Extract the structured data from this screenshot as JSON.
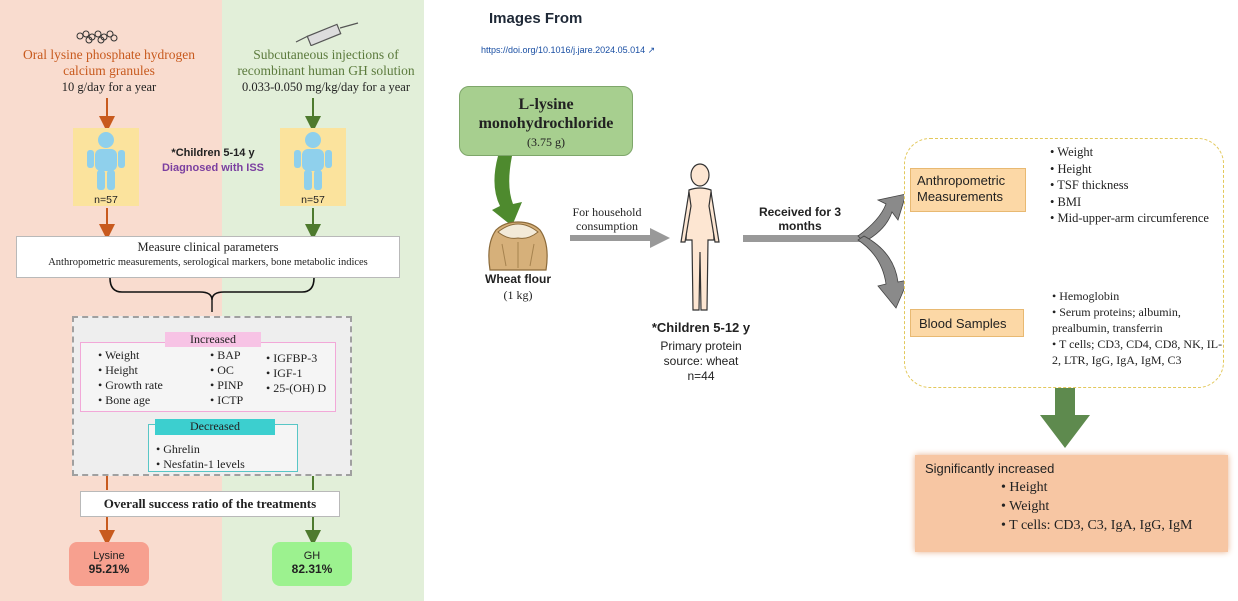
{
  "left": {
    "oral_title": "Oral lysine phosphate hydrogen calcium granules",
    "oral_dose": "10 g/day for a year",
    "gh_title": "Subcutaneous injections of recombinant human GH solution",
    "gh_dose": "0.033-0.050 mg/kg/day for a year",
    "children_label": "*Children 5-14 y",
    "diagnosed_label": "Diagnosed with ISS",
    "n_left": "n=57",
    "n_right": "n=57",
    "measure_title": "Measure clinical parameters",
    "measure_sub": "Anthropometric measurements, serological markers, bone metabolic indices",
    "increased_label": "Increased",
    "increased_col1": [
      "Weight",
      "Height",
      "Growth rate",
      "Bone age"
    ],
    "increased_col2": [
      "BAP",
      "OC",
      "PINP",
      "ICTP"
    ],
    "increased_col3": [
      "IGFBP-3",
      "IGF-1",
      "25-(OH) D"
    ],
    "decreased_label": "Decreased",
    "decreased_items": [
      "Ghrelin",
      "Nesfatin-1 levels"
    ],
    "overall_label": "Overall success ratio of the treatments",
    "lysine_name": "Lysine",
    "lysine_pct": "95.21%",
    "gh_name": "GH",
    "gh_pct": "82.31%"
  },
  "right": {
    "title": "Images From",
    "link": "https://doi.org/10.1016/j.jare.2024.05.014 ↗",
    "lysine_box_title": "L-lysine monohydrochloride",
    "lysine_box_dose": "(3.75 g)",
    "flour_name": "Wheat flour",
    "flour_amount": "(1 kg)",
    "household": "For household consumption",
    "received": "Received for 3 months",
    "children_label": "*Children 5-12 y",
    "children_sub1": "Primary protein",
    "children_sub2": "source: wheat",
    "children_n": "n=44",
    "anthro_label": "Anthropometric Measurements",
    "anthro_items": [
      "Weight",
      "Height",
      "TSF thickness",
      "BMI",
      "Mid-upper-arm circumference"
    ],
    "blood_label": "Blood Samples",
    "blood_items": [
      "Hemoglobin",
      "Serum proteins; albumin, prealbumin, transferrin",
      "T cells; CD3, CD4, CD8, NK, IL-2, LTR, IgG, IgA, IgM, C3"
    ],
    "final_title": "Significantly increased",
    "final_items": [
      "Height",
      "Weight",
      "T cells: CD3, C3, IgA, IgG, IgM"
    ]
  },
  "colors": {
    "left_bg_orange": "#f9dccf",
    "left_bg_green": "#e2efd9",
    "orange_arrow": "#c85a1e",
    "green_arrow": "#4e7a2e",
    "increased_pink": "#f7c3e5",
    "decreased_teal": "#3ccfcf",
    "lysine_result": "#f7a08f",
    "gh_result": "#9cf28f",
    "lysine_box_green": "#a7cf8f",
    "peach_label": "#fcd8a6",
    "final_box": "#f7c6a3"
  }
}
